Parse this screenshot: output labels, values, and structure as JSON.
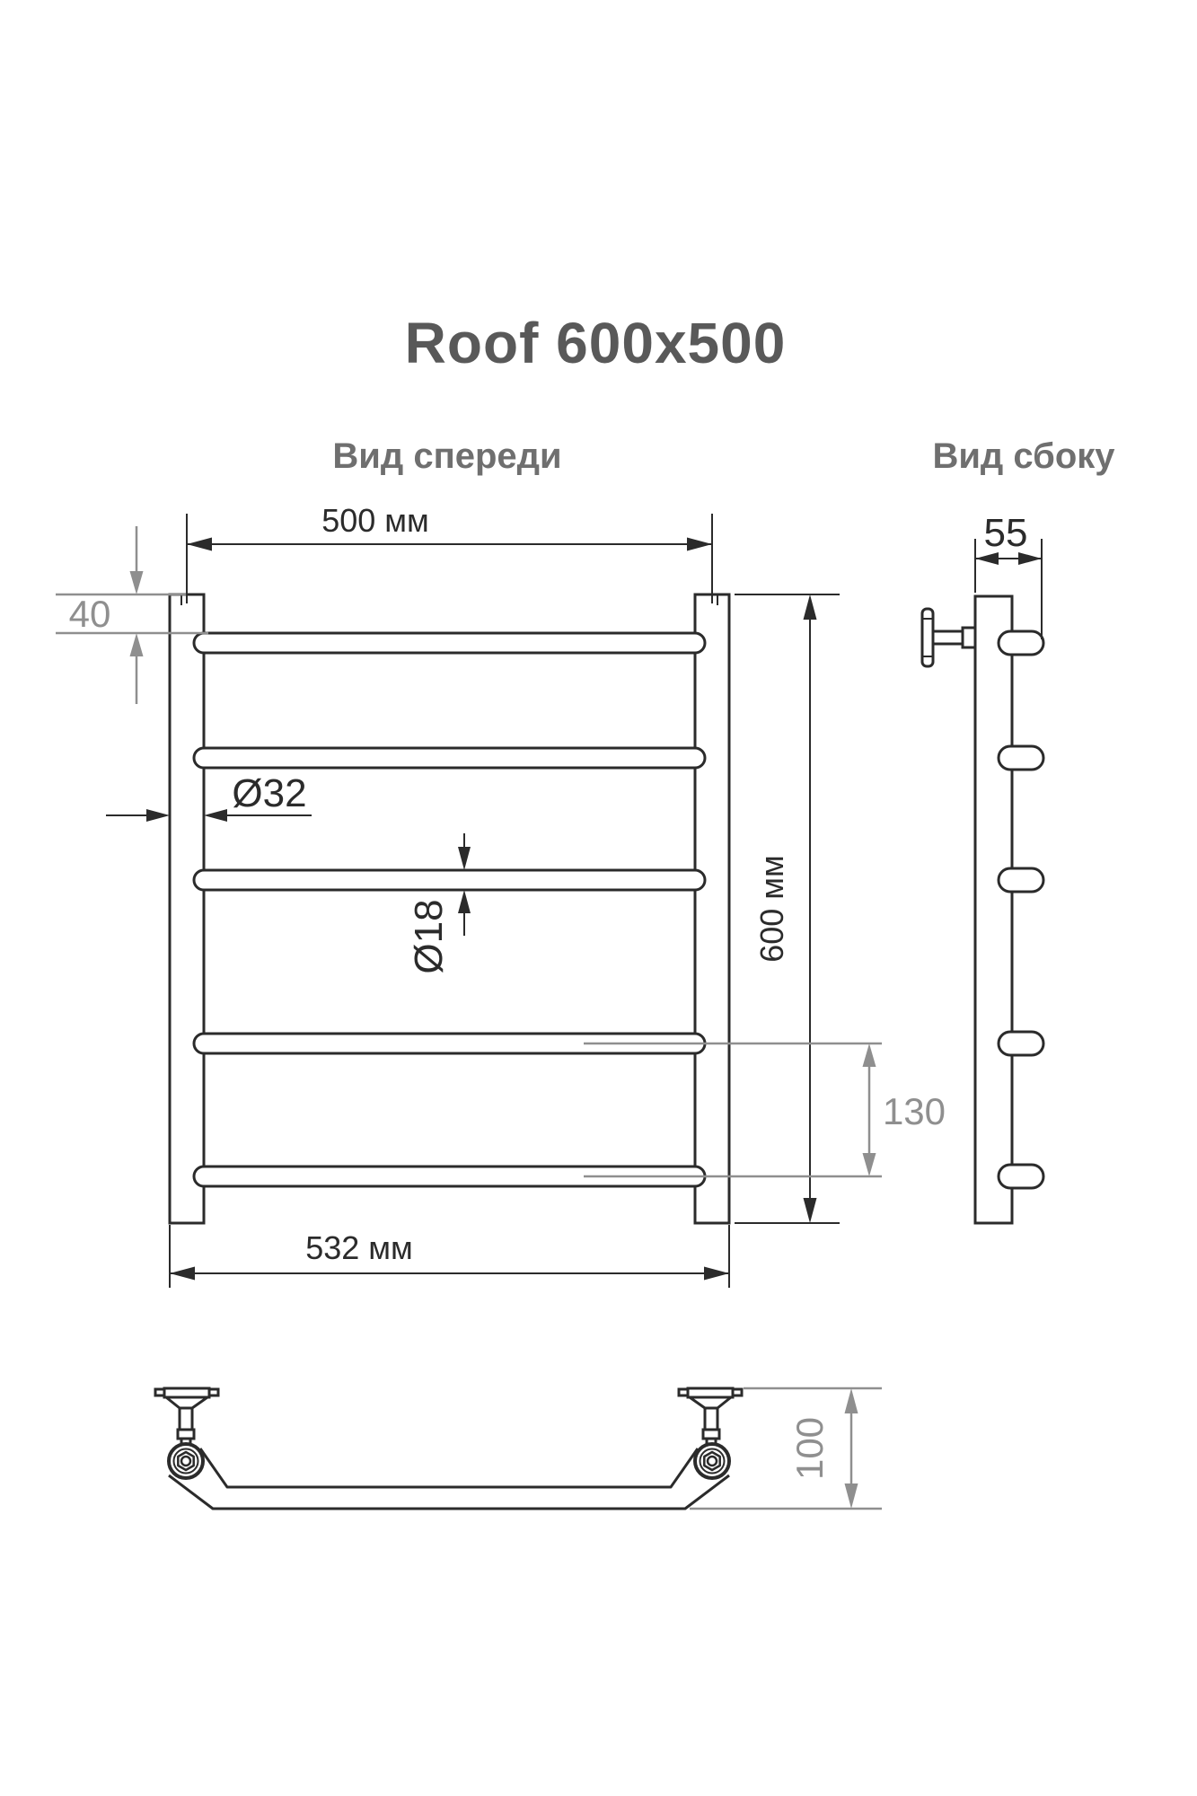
{
  "title": "Roof 600x500",
  "views": {
    "front_label": "Вид спереди",
    "side_label": "Вид сбоку"
  },
  "dimensions": {
    "top_width": "500 мм",
    "top_offset": "40",
    "post_diameter": "Ø32",
    "rung_diameter": "Ø18",
    "height": "600 мм",
    "bottom_rung_spacing": "130",
    "outer_width": "532 мм",
    "side_depth": "55",
    "wall_offset": "100"
  },
  "colors": {
    "line": "#2b2b2b",
    "dim_gray": "#8f8f8f",
    "label_gray": "#6f6f6f",
    "title_gray": "#595959",
    "background": "#ffffff"
  }
}
